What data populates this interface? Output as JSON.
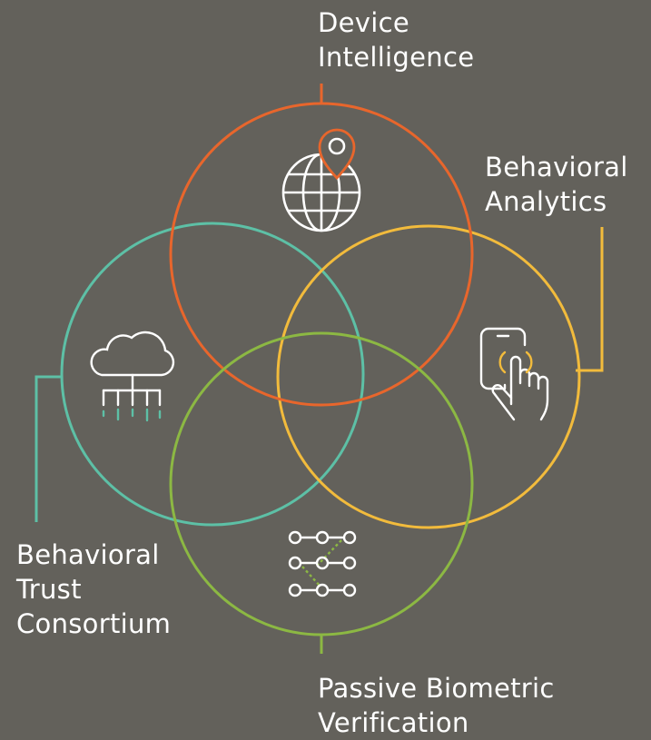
{
  "colors": {
    "background": "#63615b",
    "device": "#e8662c",
    "analytics": "#f2bb3c",
    "trust": "#5dc0a6",
    "biometric": "#8cb843",
    "icon": "#ffffff"
  },
  "labels": {
    "device": [
      "Device",
      "Intelligence"
    ],
    "analytics": [
      "Behavioral",
      "Analytics"
    ],
    "trust": [
      "Behavioral",
      "Trust",
      "Consortium"
    ],
    "biometric": [
      "Passive Biometric",
      "Verification"
    ]
  },
  "icons": {
    "device": "globe-location-pin-icon",
    "analytics": "phone-touch-icon",
    "trust": "cloud-network-icon",
    "biometric": "node-pattern-icon"
  }
}
